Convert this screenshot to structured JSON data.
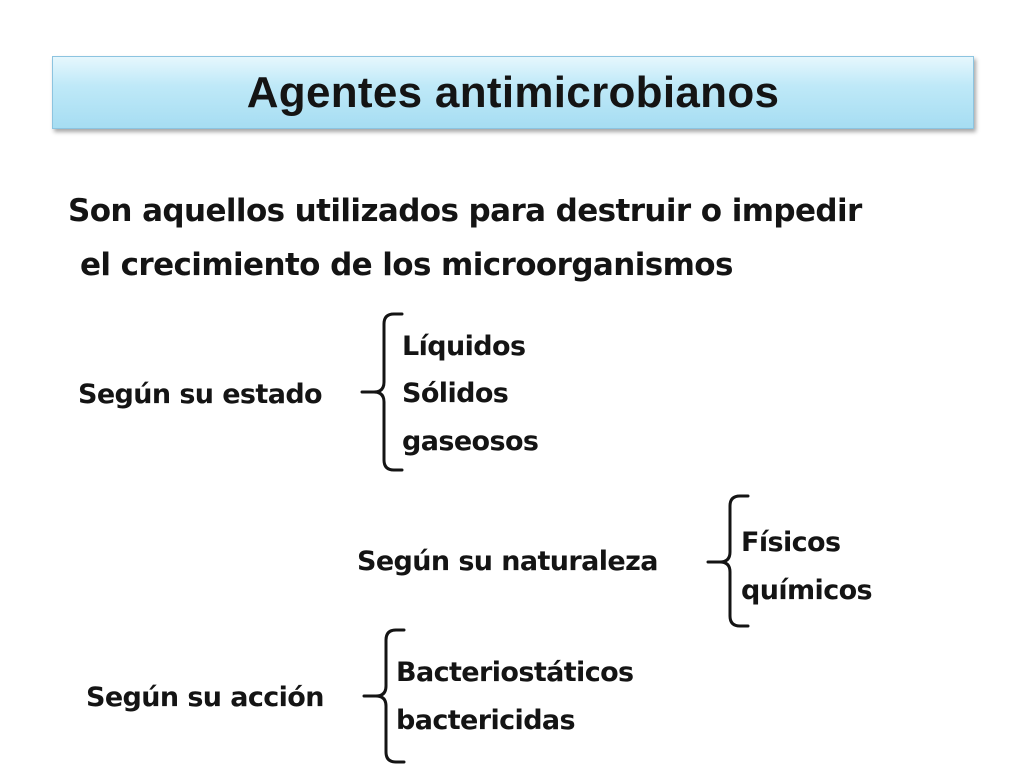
{
  "title": "Agentes antimicrobianos",
  "intro": {
    "line1": "Son aquellos utilizados para destruir o impedir",
    "line2": "el crecimiento de los microorganismos"
  },
  "groups": [
    {
      "label": "Según su estado",
      "items": [
        "Líquidos",
        "Sólidos",
        "gaseosos"
      ]
    },
    {
      "label": "Según su naturaleza",
      "items": [
        "Físicos",
        "químicos"
      ]
    },
    {
      "label": "Según su acción",
      "items": [
        "Bacteriostáticos",
        "bactericidas"
      ]
    }
  ]
}
